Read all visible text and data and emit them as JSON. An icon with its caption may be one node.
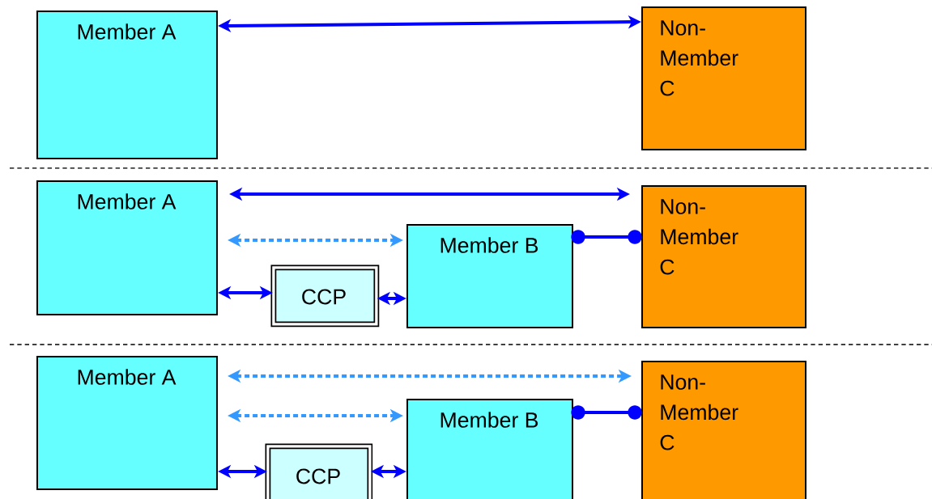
{
  "diagram": {
    "nodes": [
      {
        "text": [
          "Member A"
        ]
      },
      {
        "text": [
          "Non-Member C"
        ]
      },
      {
        "text": [
          "Member A"
        ]
      },
      {
        "text": [
          "Non-Member C"
        ]
      },
      {
        "text": [
          "Member B"
        ]
      },
      {
        "text": [
          "CCP"
        ]
      },
      {
        "text": [
          "Member A"
        ]
      },
      {
        "text": [
          "Non-Member C"
        ]
      },
      {
        "text": [
          "Member B"
        ]
      },
      {
        "text": [
          "CCP"
        ]
      }
    ],
    "edges": [
      {
        "from": 0,
        "to": 1,
        "arrow": "both"
      },
      {
        "from": 2,
        "to": 3,
        "arrow": "both"
      },
      {
        "from": 2,
        "to": 4,
        "arrow": "both",
        "style": "dashed",
        "color": "#3399ff"
      },
      {
        "from": 4,
        "to": 3,
        "arrow": "other"
      },
      {
        "from": 2,
        "to": 5,
        "arrow": "both"
      },
      {
        "from": 5,
        "to": 4,
        "arrow": "both"
      },
      {
        "from": 6,
        "to": 7,
        "arrow": "both",
        "style": "dashed",
        "color": "#3399ff"
      },
      {
        "from": 6,
        "to": 8,
        "arrow": "both",
        "style": "dashed",
        "color": "#3399ff"
      },
      {
        "from": 8,
        "to": 7,
        "arrow": "other"
      },
      {
        "from": 6,
        "to": 9,
        "arrow": "both"
      },
      {
        "from": 9,
        "to": 8,
        "arrow": "both"
      }
    ]
  }
}
